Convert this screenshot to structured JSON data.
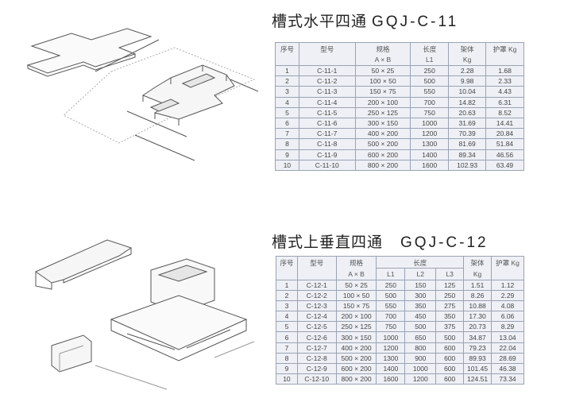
{
  "section1": {
    "title": "槽式水平四通",
    "code": "GQJ-C-11",
    "headers": {
      "no": "序号",
      "model": "型号",
      "spec": "规格",
      "spec_sub": "A × B",
      "length": "长度",
      "length_sub": "L1",
      "frame": "架体",
      "frame_sub": "Kg",
      "cover": "护罩 Kg"
    },
    "rows": [
      [
        "1",
        "C-11-1",
        "50 × 25",
        "250",
        "2.28",
        "1.68"
      ],
      [
        "2",
        "C-11-2",
        "100 × 50",
        "500",
        "9.98",
        "2.33"
      ],
      [
        "3",
        "C-11-3",
        "150 × 75",
        "550",
        "10.04",
        "4.43"
      ],
      [
        "4",
        "C-11-4",
        "200 × 100",
        "700",
        "14.82",
        "6.31"
      ],
      [
        "5",
        "C-11-5",
        "250 × 125",
        "750",
        "20.63",
        "8.52"
      ],
      [
        "6",
        "C-11-6",
        "300 × 150",
        "1000",
        "31.69",
        "14.41"
      ],
      [
        "7",
        "C-11-7",
        "400 × 200",
        "1200",
        "70.39",
        "20.84"
      ],
      [
        "8",
        "C-11-8",
        "500 × 200",
        "1300",
        "81.69",
        "51.84"
      ],
      [
        "9",
        "C-11-9",
        "600 × 200",
        "1400",
        "89.34",
        "46.56"
      ],
      [
        "10",
        "C-11-10",
        "800 × 200",
        "1600",
        "102.93",
        "63.49"
      ]
    ]
  },
  "section2": {
    "title": "槽式上垂直四通",
    "code": "GQJ-C-12",
    "headers": {
      "no": "序号",
      "model": "型号",
      "spec": "规格",
      "spec_sub": "A × B",
      "length": "长度",
      "l1": "L1",
      "l2": "L2",
      "l3": "L3",
      "frame": "架体",
      "frame_sub": "Kg",
      "cover": "护罩 Kg"
    },
    "rows": [
      [
        "1",
        "C-12-1",
        "50 × 25",
        "250",
        "150",
        "125",
        "1.51",
        "1.12"
      ],
      [
        "2",
        "C-12-2",
        "100 × 50",
        "500",
        "300",
        "250",
        "8.26",
        "2.29"
      ],
      [
        "3",
        "C-12-3",
        "150 × 75",
        "550",
        "350",
        "275",
        "10.88",
        "4.08"
      ],
      [
        "4",
        "C-12-4",
        "200 × 100",
        "700",
        "450",
        "350",
        "17.30",
        "6.06"
      ],
      [
        "5",
        "C-12-5",
        "250 × 125",
        "750",
        "500",
        "375",
        "20.73",
        "8.29"
      ],
      [
        "6",
        "C-12-6",
        "300 × 150",
        "1000",
        "650",
        "500",
        "34.87",
        "13.04"
      ],
      [
        "7",
        "C-12-7",
        "400 × 200",
        "1200",
        "800",
        "600",
        "79.23",
        "22.04"
      ],
      [
        "8",
        "C-12-8",
        "500 × 200",
        "1300",
        "900",
        "600",
        "89.93",
        "28.69"
      ],
      [
        "9",
        "C-12-9",
        "600 × 200",
        "1400",
        "1000",
        "600",
        "101.45",
        "46.38"
      ],
      [
        "10",
        "C-12-10",
        "800 × 200",
        "1600",
        "1200",
        "600",
        "124.51",
        "73.34"
      ]
    ]
  }
}
